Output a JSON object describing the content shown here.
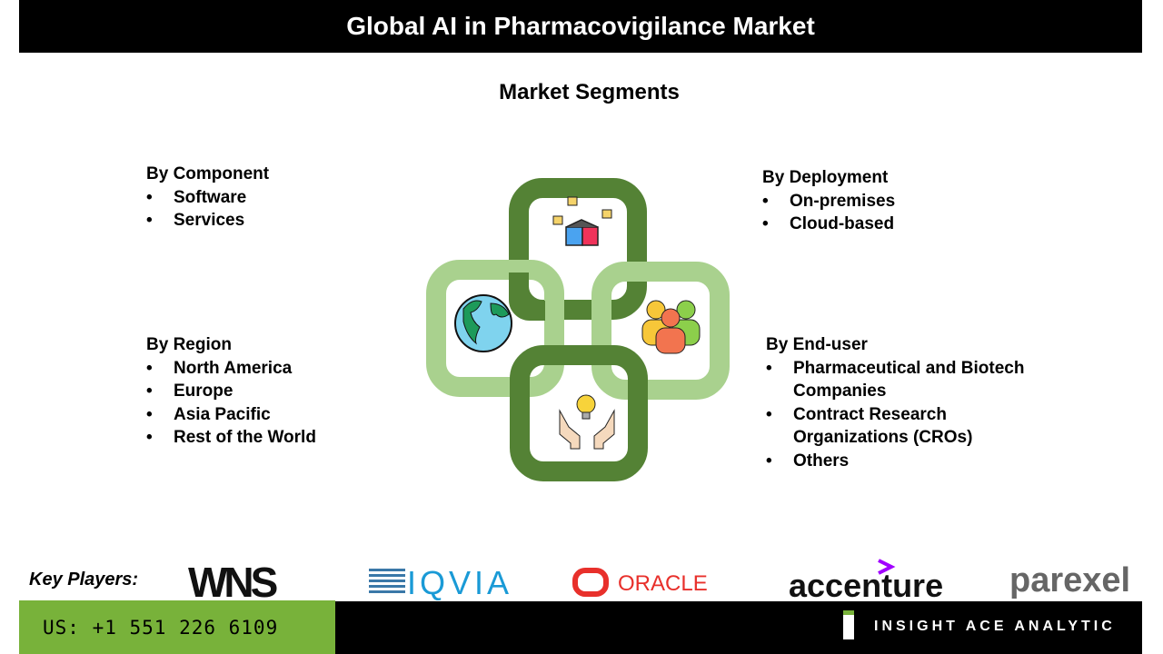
{
  "title": "Global AI in Pharmacovigilance Market",
  "subtitle": "Market Segments",
  "segments": {
    "component": {
      "heading": "By Component",
      "items": [
        "Software",
        "Services"
      ]
    },
    "deployment": {
      "heading": "By Deployment",
      "items": [
        "On-premises",
        "Cloud-based"
      ]
    },
    "region": {
      "heading": "By Region",
      "items": [
        "North America",
        "Europe",
        "Asia Pacific",
        "Rest of the World"
      ]
    },
    "enduser": {
      "heading": "By End-user",
      "items": [
        "Pharmaceutical and Biotech Companies",
        "Contract Research Organizations (CROs)",
        "Others"
      ]
    }
  },
  "key_players": {
    "label": "Key Players:",
    "logos": [
      "WNS",
      "IQVIA",
      "ORACLE",
      "accenture",
      "parexel"
    ]
  },
  "footer": {
    "phone": "US: +1 551 226 6109",
    "brand": "INSIGHT ACE ANALYTIC"
  },
  "colors": {
    "dark_green": "#548235",
    "light_green": "#a9d18e",
    "footer_green": "#78b23a"
  }
}
